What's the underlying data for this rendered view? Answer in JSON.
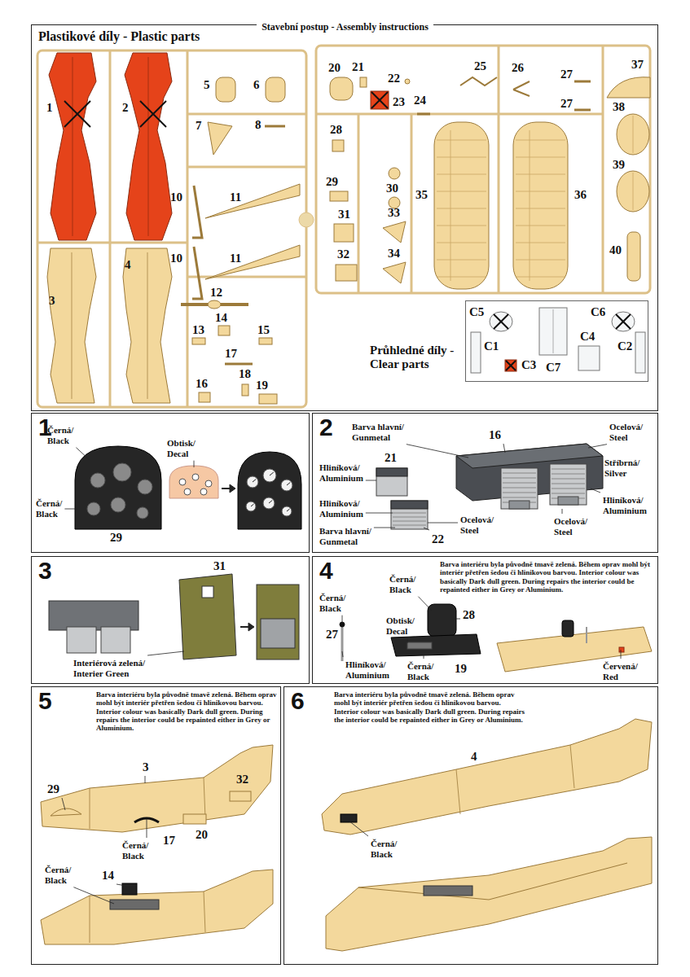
{
  "diagram": {
    "title": "Stavební postup - Assembly instructions",
    "nodes": [
      {
        "text": [
          "Plastikové díly - Plastic parts"
        ]
      },
      {
        "text": [
          "Průhledné díly - Clear parts"
        ],
        "in": 0
      },
      {
        "text": [
          "1"
        ]
      },
      {
        "text": [
          "2"
        ]
      },
      {
        "text": [
          "3"
        ]
      },
      {
        "text": [
          "4"
        ]
      },
      {
        "text": [
          "5"
        ]
      },
      {
        "text": [
          "6"
        ]
      }
    ],
    "labels": [
      "1",
      "2",
      "3",
      "4",
      "5",
      "6",
      "7",
      "8",
      "10",
      "11",
      "10",
      "11",
      "12",
      "13",
      "14",
      "15",
      "16",
      "17",
      "18",
      "19",
      "20",
      "21",
      "22",
      "23",
      "24",
      "25",
      "26",
      "27",
      "27",
      "28",
      "29",
      "30",
      "31",
      "32",
      "33",
      "34",
      "35",
      "36",
      "37",
      "38",
      "39",
      "40",
      "C5",
      "C6",
      "C1",
      "C2",
      "C3",
      "C7",
      "C4",
      "Černá/ Black",
      "Obtisk/ Decal",
      "Černá/ Black",
      "29",
      "Barva hlavní/ Gunmetal",
      "16",
      "Hliníková/ Aluminium",
      "21",
      "Hliníková/ Aluminium",
      "Barva hlavní/ Gunmetal",
      "22",
      "Ocelová/ Steel",
      "Ocelová/ Steel",
      "Stříbrná/ Silver",
      "Ocelová/ Steel",
      "Hliníková/ Aluminium",
      "31",
      "Interiérová zelená/ Interier Green",
      "Barva interiéru byla původně tmavě zelená. Během oprav mohl být interiér přetřen šedou či hlinikovou barvou. Interior colour was basically Dark dull green. During repairs the interior could be repainted either in Grey or Aluminium.",
      "Černá/ Black",
      "28",
      "Černá/ Black",
      "27",
      "Hliníková/ Aluminium",
      "Obtisk/ Decal",
      "Černá/ Black",
      "19",
      "Červená/ Red",
      "Barva interiéru byla původně tmavě zelená. Během oprav mohl být interiér přetřen šedou či hlinikovou barvou. Interior colour was basically Dark dull green. During repairs the interior could be repainted either in Grey or Aluminium.",
      "3",
      "32",
      "29",
      "17",
      "20",
      "Černá/ Black",
      "14",
      "Černá/ Black",
      "Barva interiéru byla původně tmavě zelená. Během oprav mohl být interiér přetřen šedou či hlinikovou barvou. Interior colour was basically Dark dull green. During repairs the interior could be repainted either in Grey or Aluminium.",
      "4",
      "Černá/ Black"
    ]
  }
}
